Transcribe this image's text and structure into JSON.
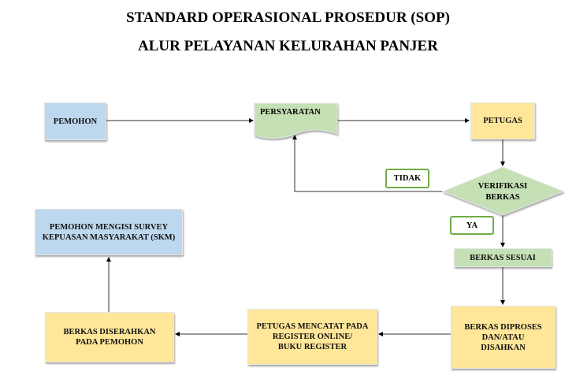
{
  "title": {
    "line1": "STANDARD OPERASIONAL PROSEDUR (SOP)",
    "line2": "ALUR PELAYANAN KELURAHAN PANJER"
  },
  "nodes": {
    "pemohon": "PEMOHON",
    "persyaratan": "PERSYARATAN",
    "petugas": "PETUGAS",
    "verifikasi_line1": "VERIFIKASI",
    "verifikasi_line2": "BERKAS",
    "berkas_sesuai": "BERKAS SESUAI",
    "berkas_diproses_line1": "BERKAS DIPROSES",
    "berkas_diproses_line2": "DAN/ATAU",
    "berkas_diproses_line3": "DISAHKAN",
    "petugas_mencatat_line1": "PETUGAS MENCATAT PADA",
    "petugas_mencatat_line2": "REGISTER ONLINE/",
    "petugas_mencatat_line3": "BUKU REGISTER",
    "berkas_diserahkan_line1": "BERKAS DISERAHKAN",
    "berkas_diserahkan_line2": "PADA PEMOHON",
    "skm_line1": "PEMOHON MENGISI SURVEY",
    "skm_line2": "KEPUASAN MASYARAKAT (SKM)"
  },
  "labels": {
    "tidak": "TIDAK",
    "ya": "YA"
  },
  "colors": {
    "blue": "#bdd7ee",
    "yellow": "#ffe699",
    "green": "#c5e0b4",
    "label_border": "#70ad47"
  }
}
